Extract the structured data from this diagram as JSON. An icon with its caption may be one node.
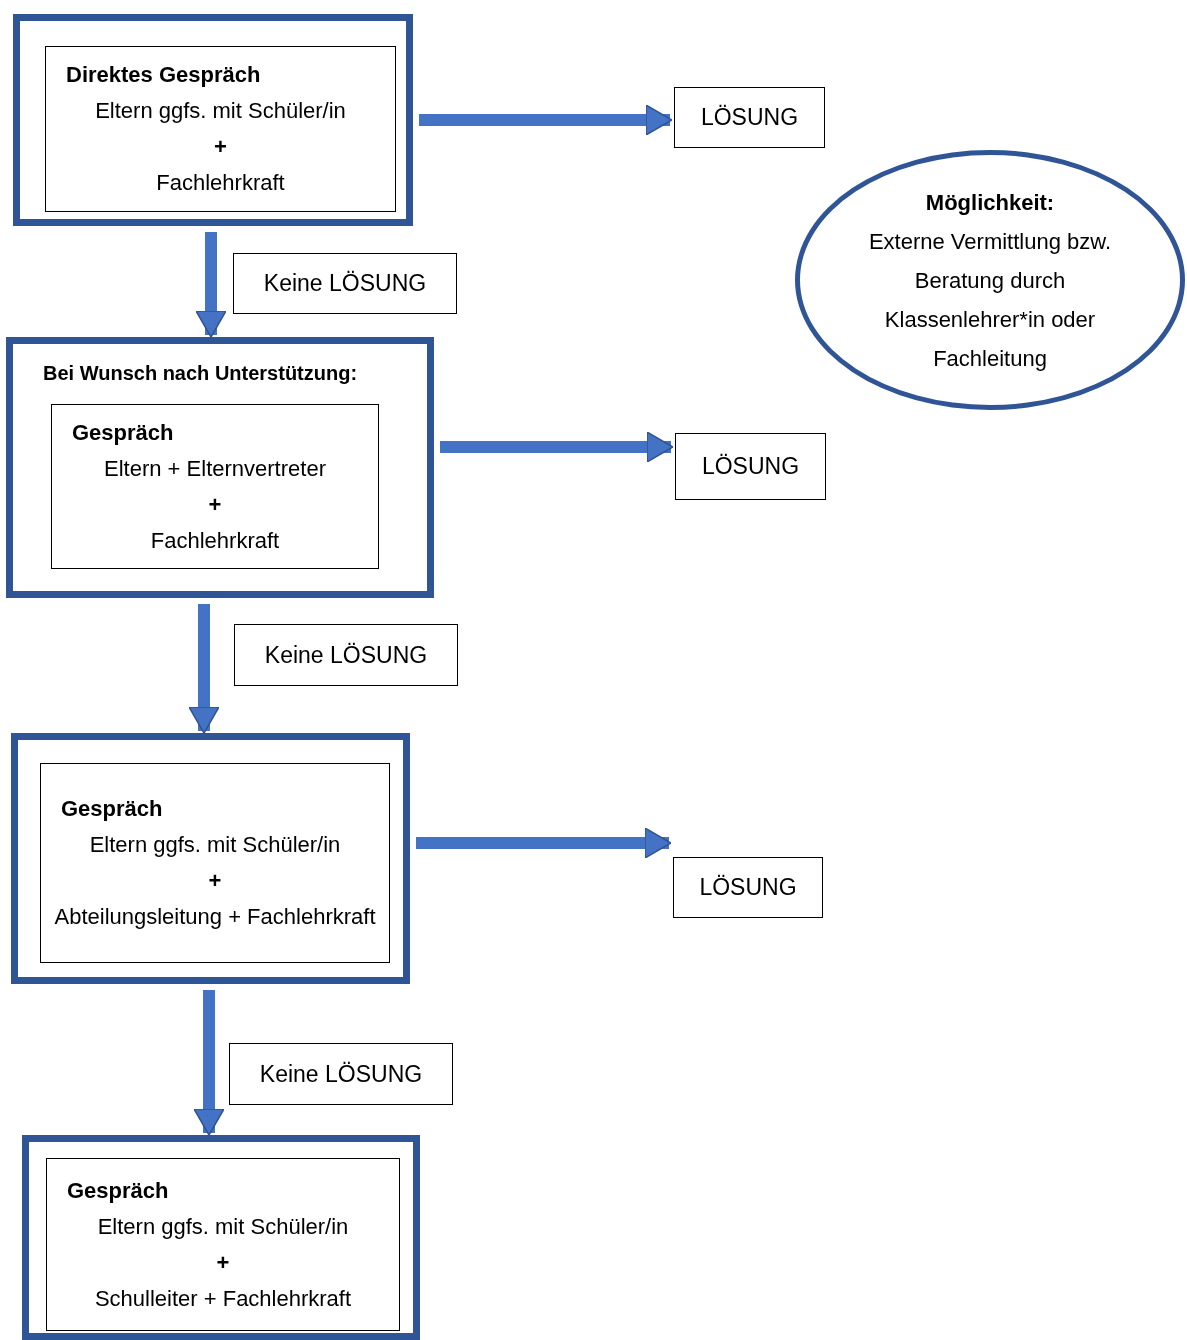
{
  "diagram": {
    "nodes": [
      {
        "text": [],
        "shape": "box"
      },
      {
        "text": [
          "Direktes Gespräch",
          "Eltern ggfs. mit Schüler/in",
          "+",
          "Fachlehrkraft"
        ],
        "in": 0
      },
      {
        "text": [
          "LÖSUNG"
        ]
      },
      {
        "text": [
          "Möglichkeit:",
          "Externe Vermittlung bzw. Beratung durch Klassenlehrer*in oder Fachleitung"
        ]
      },
      {
        "text": [
          "Keine LÖSUNG"
        ]
      },
      {
        "text": [
          "Bei Wunsch nach Unterstützung:"
        ]
      },
      {
        "text": [
          "Gespräch",
          "Eltern + Elternvertreter",
          "+",
          "Fachlehrkraft"
        ],
        "in": 5
      },
      {
        "text": [
          "LÖSUNG"
        ]
      },
      {
        "text": [
          "Keine LÖSUNG"
        ]
      },
      {
        "text": [],
        "shape": "box"
      },
      {
        "text": [
          "Gespräch",
          "Eltern ggfs. mit Schüler/in",
          "+",
          "Abteilungsleitung + Fachlehrkraft"
        ],
        "in": 9
      },
      {
        "text": [
          "LÖSUNG"
        ]
      },
      {
        "text": [
          "Keine LÖSUNG"
        ]
      },
      {
        "text": [],
        "shape": "box"
      },
      {
        "text": [
          "Gespräch",
          "Eltern ggfs. mit Schüler/in",
          "+",
          "Schulleiter + Fachlehrkraft"
        ],
        "in": 13
      }
    ],
    "edges": [
      {
        "from": 0,
        "to": 2,
        "arrow": "to"
      },
      {
        "from": 0,
        "to": 5,
        "arrow": "to"
      },
      {
        "from": 5,
        "to": 7,
        "arrow": "to"
      },
      {
        "from": 5,
        "to": 9,
        "arrow": "to"
      },
      {
        "from": 9,
        "to": 11,
        "arrow": "to"
      },
      {
        "from": 9,
        "to": 13,
        "arrow": "to"
      }
    ]
  }
}
